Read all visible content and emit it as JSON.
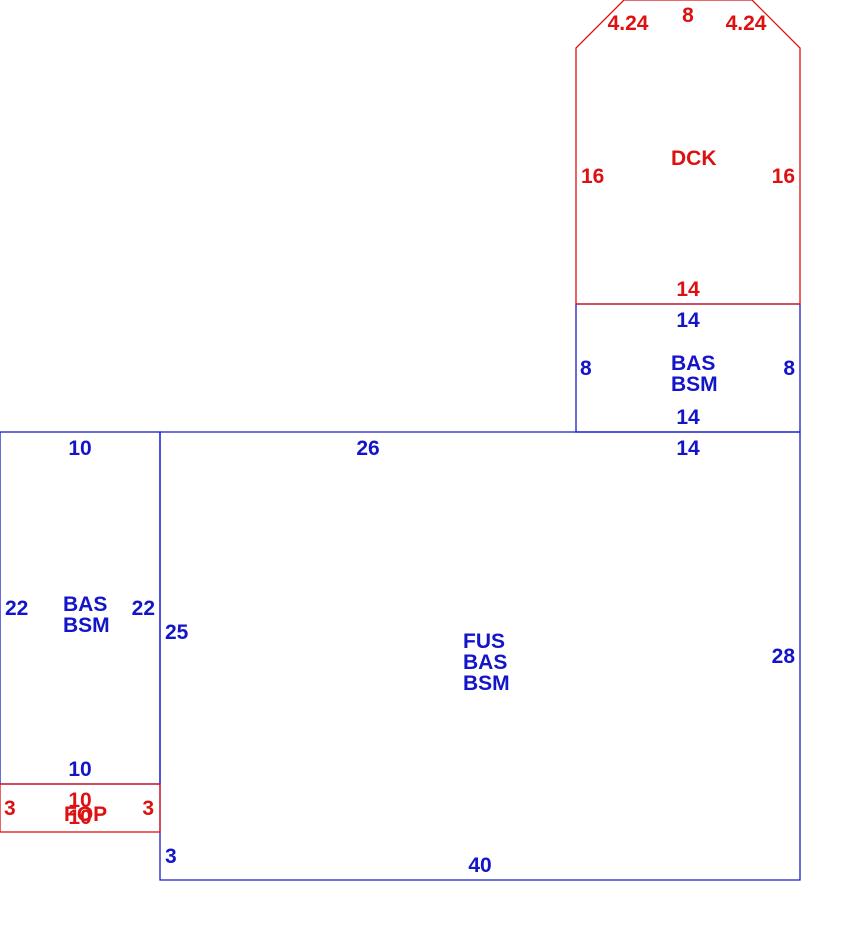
{
  "colors": {
    "primary_lines": "#1a1acc",
    "addition_lines": "#dd1111",
    "background": "#ffffff"
  },
  "areas": [
    {
      "id": "main",
      "codes": [
        "FUS",
        "BAS",
        "BSM"
      ],
      "dimensions": {
        "top_left": "26",
        "top_right": "14",
        "left": "25",
        "left_bottom": "3",
        "right": "28",
        "bottom": "40"
      }
    },
    {
      "id": "left-wing",
      "codes": [
        "BAS",
        "BSM"
      ],
      "dimensions": {
        "top": "10",
        "bottom": "10",
        "left": "22",
        "right": "22"
      }
    },
    {
      "id": "top-wing",
      "codes": [
        "BAS",
        "BSM"
      ],
      "dimensions": {
        "top": "14",
        "bottom": "14",
        "left": "8",
        "right": "8"
      }
    },
    {
      "id": "deck",
      "codes": [
        "DCK"
      ],
      "dimensions": {
        "top": "8",
        "top_left_chamfer": "4.24",
        "top_right_chamfer": "4.24",
        "left": "16",
        "right": "16",
        "bottom": "14"
      }
    },
    {
      "id": "porch",
      "codes": [
        "FOP"
      ],
      "dimensions": {
        "top": "10",
        "bottom": "10",
        "left": "3",
        "right": "3"
      }
    }
  ]
}
